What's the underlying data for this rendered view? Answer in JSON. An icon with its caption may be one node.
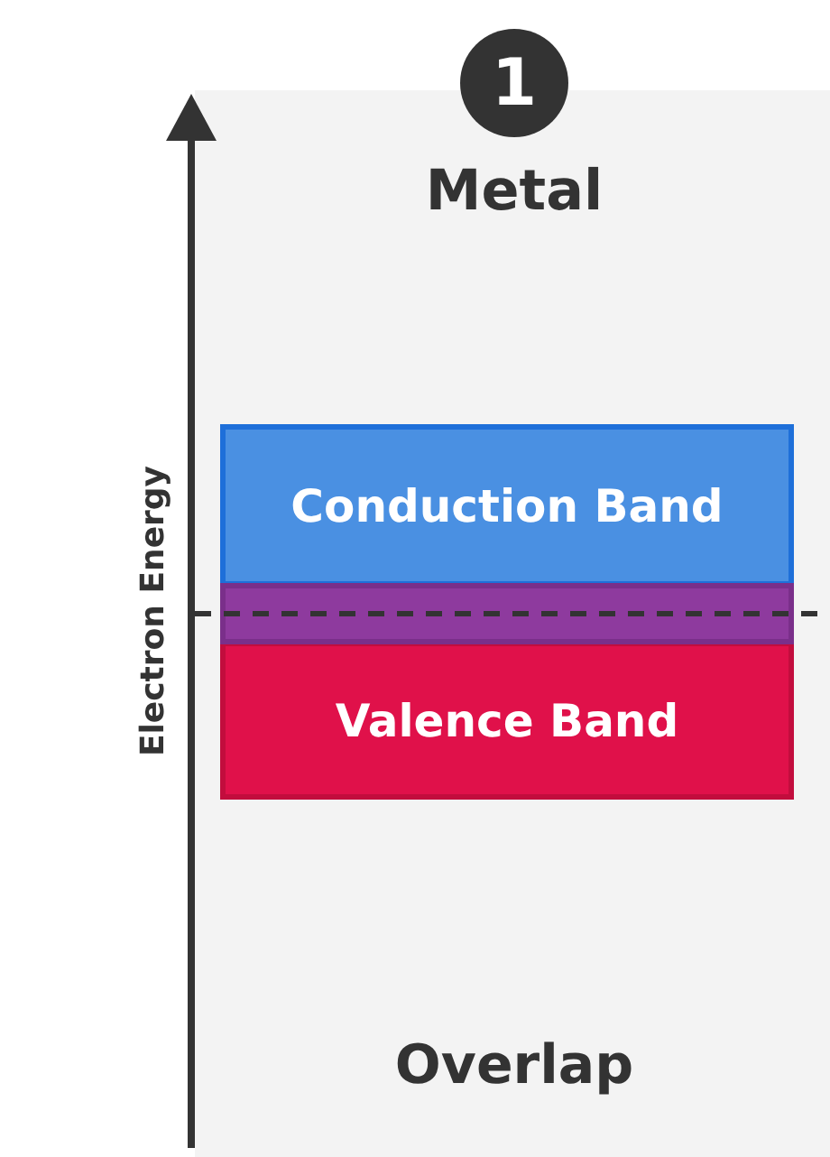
{
  "diagram": {
    "title": "Metal",
    "nodes": [
      {
        "text": [
          "Conduction Band"
        ]
      },
      {
        "text": [
          "Valence Band"
        ]
      },
      {
        "text": [],
        "shape": "bar"
      }
    ],
    "edges": [],
    "labels": [
      "1",
      "Electron Energy",
      "Overlap"
    ]
  }
}
